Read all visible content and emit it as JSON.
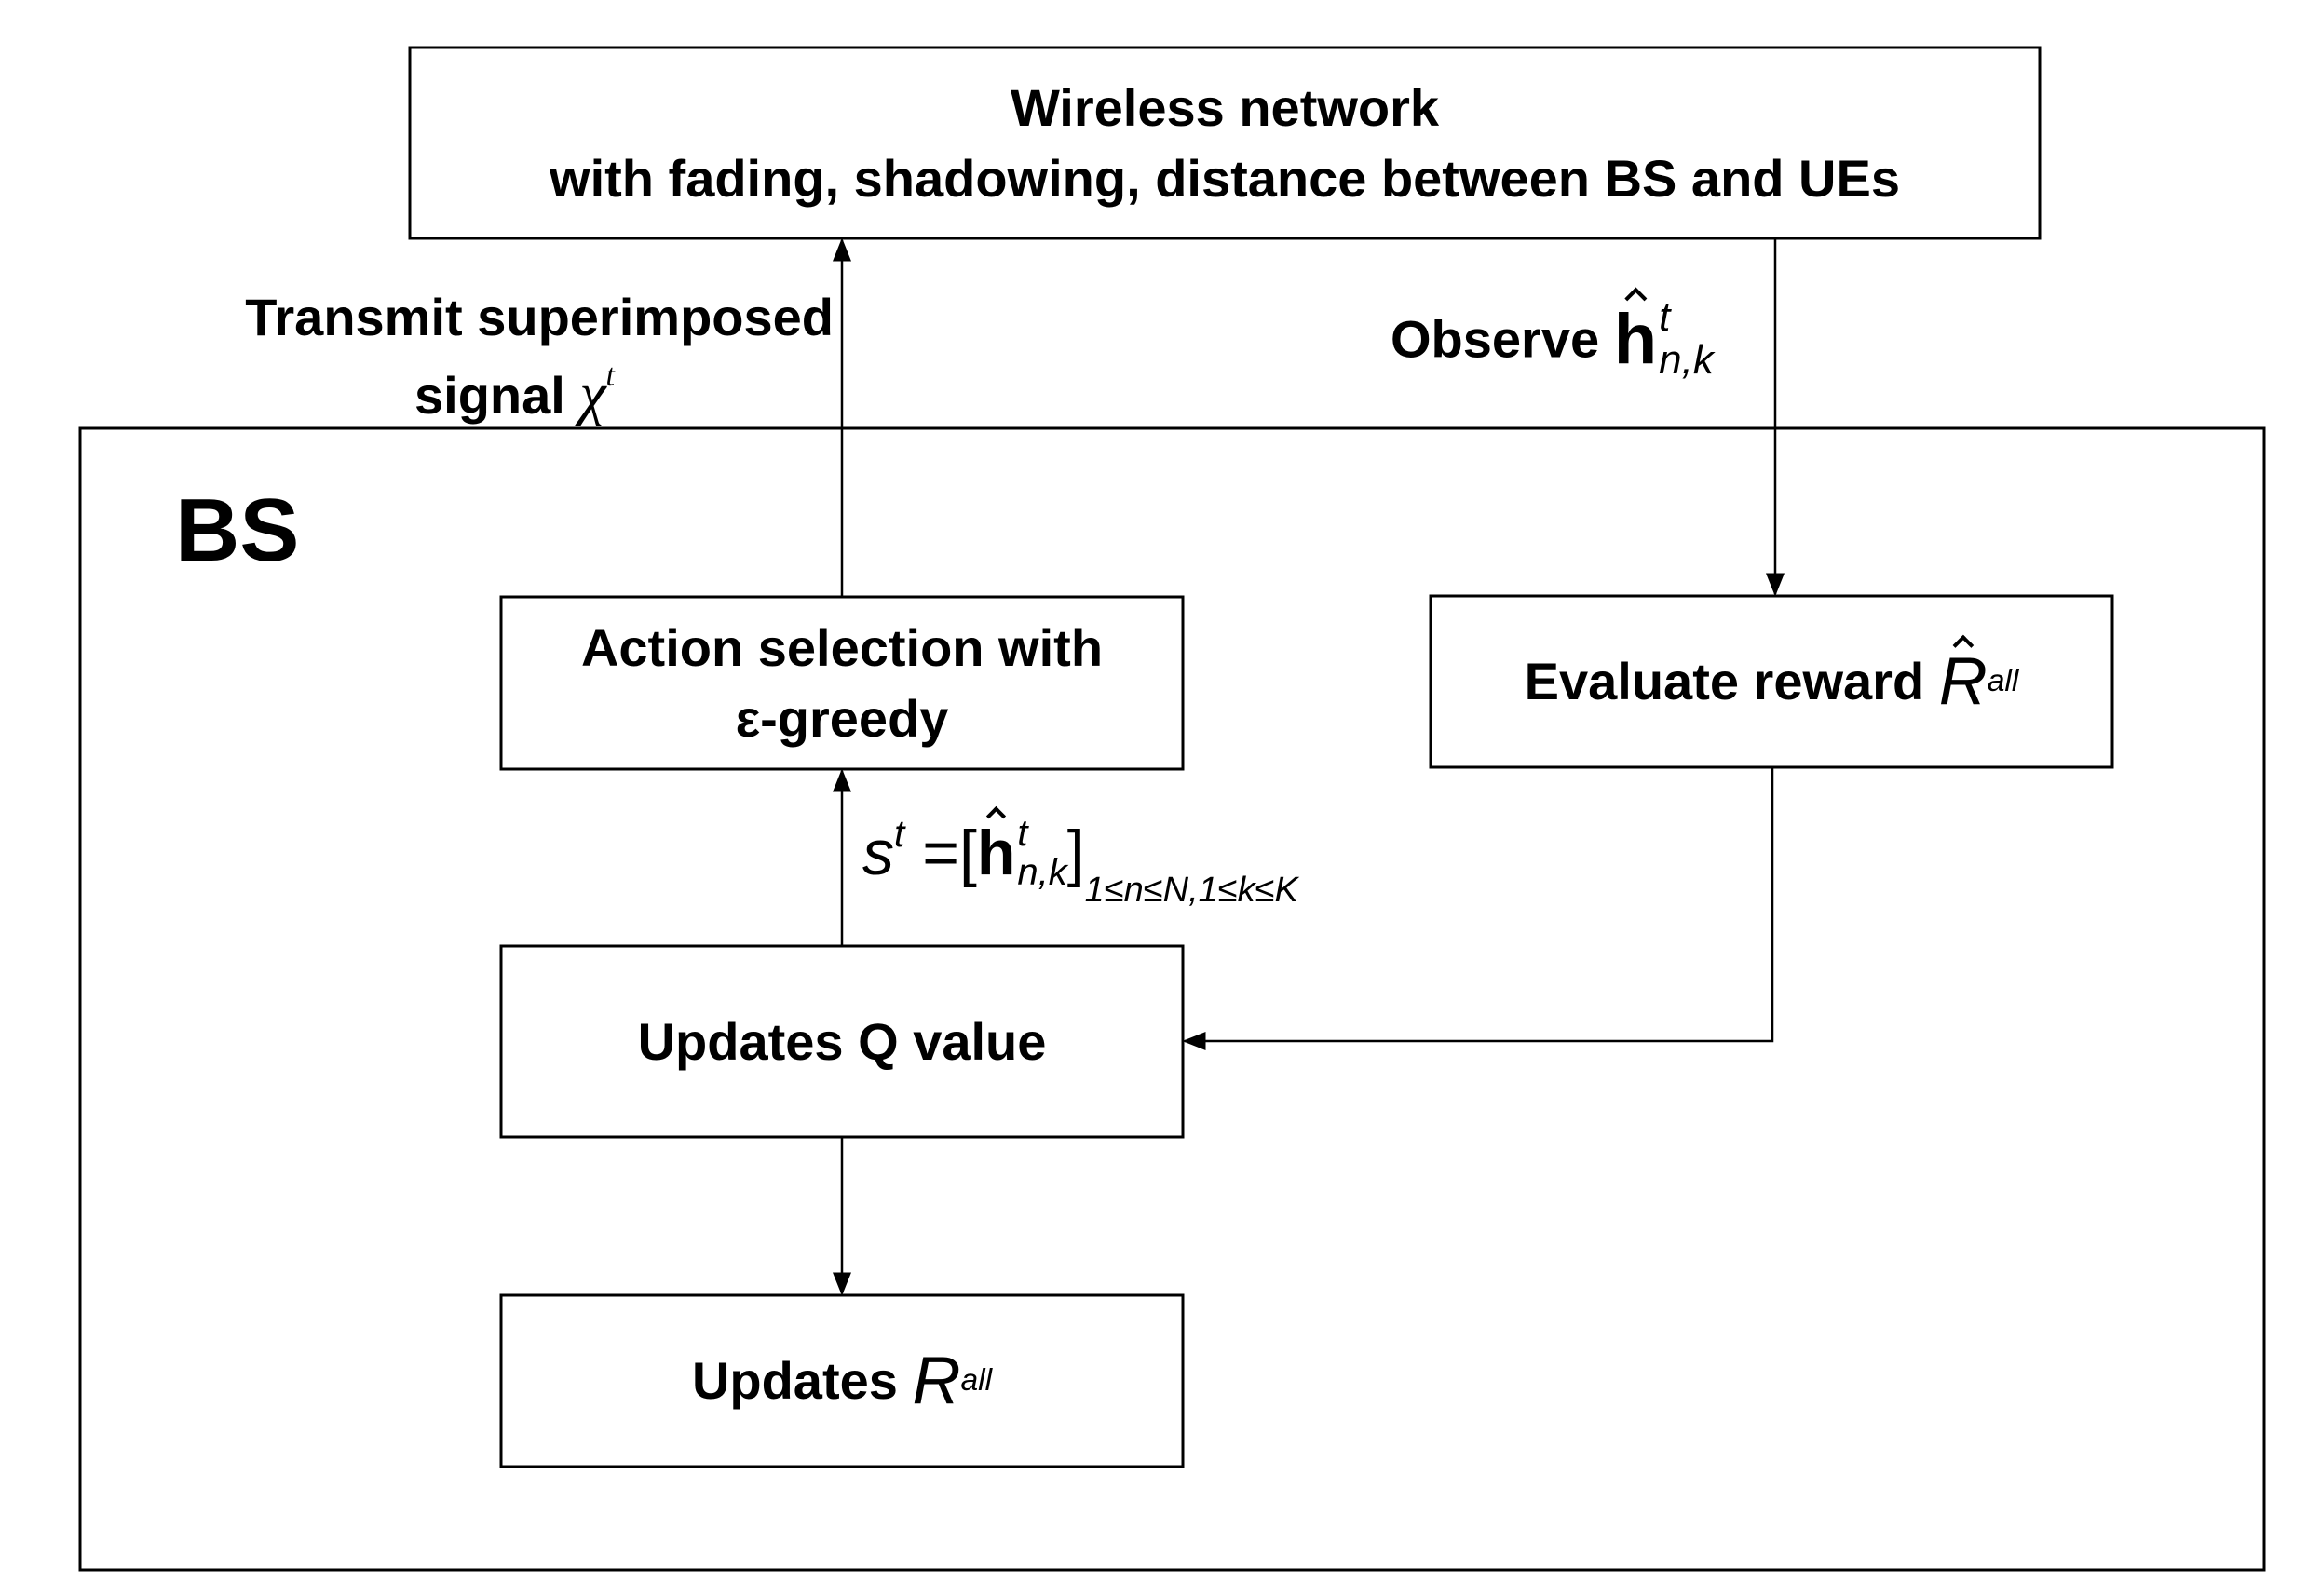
{
  "network_box": {
    "line1": "Wireless network",
    "line2": "with fading, shadowing, distance between BS and UEs"
  },
  "bs_label": "BS",
  "transmit_label": {
    "line1": "Transmit superimposed",
    "line2": "signal",
    "symbol": "χ",
    "sup": "t"
  },
  "observe_label": {
    "text": "Observe",
    "symbol": "h",
    "sup": "t",
    "sub": "n,k"
  },
  "action_box": {
    "line1": "Action selection with",
    "line2": "ε-greedy"
  },
  "evaluate_box": {
    "text": "Evaluate reward",
    "symbol": "R",
    "sup": "all"
  },
  "state_label": {
    "s": "s",
    "sup": "t",
    "eq": "=[",
    "h": "h",
    "hsup": "t",
    "hsub": "n,k",
    "close": "]",
    "range": "1≤n≤N,1≤k≤K"
  },
  "q_box": {
    "text": "Updates Q value"
  },
  "r_box": {
    "text": "Updates",
    "symbol": "R",
    "sup": "all"
  }
}
